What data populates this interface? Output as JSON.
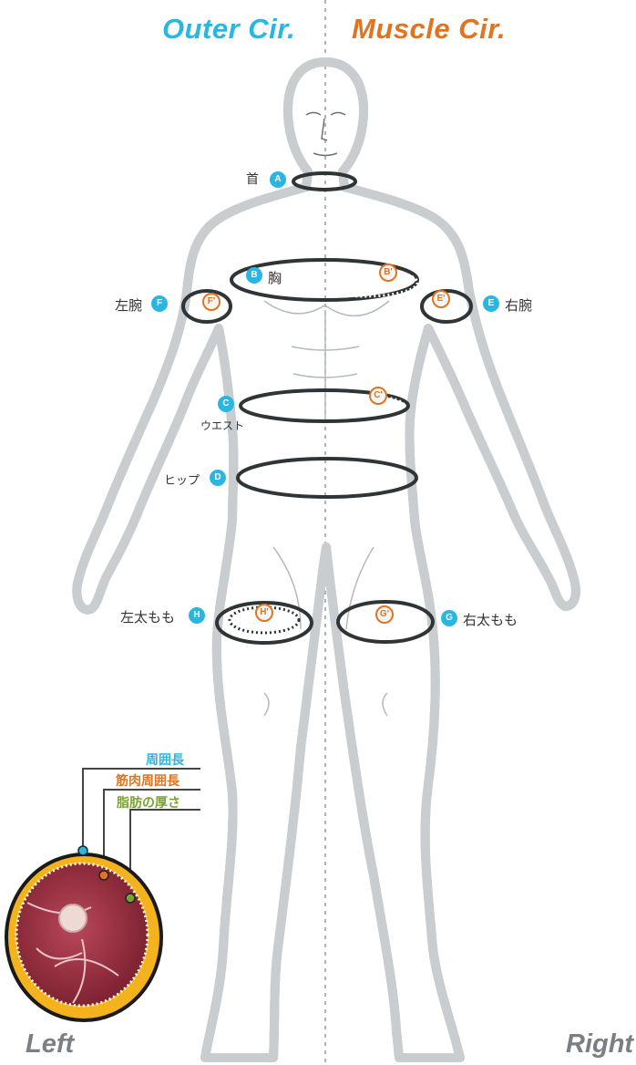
{
  "colors": {
    "cyan": "#29b7e2",
    "orange": "#e07421",
    "green": "#7aa233",
    "gray_label": "#7a7f83"
  },
  "header": {
    "outer": "Outer Cir.",
    "muscle": "Muscle Cir."
  },
  "corners": {
    "left": "Left",
    "right": "Right"
  },
  "points": {
    "neck": {
      "badge": "A",
      "label": "首"
    },
    "chest": {
      "badge": "B",
      "label": "胸",
      "muscle_badge": "B'"
    },
    "waist": {
      "badge": "C",
      "label": "ウエスト",
      "muscle_badge": "C'"
    },
    "hip": {
      "badge": "D",
      "label": "ヒップ"
    },
    "right_arm": {
      "badge": "E",
      "label": "右腕",
      "muscle_badge": "E'"
    },
    "left_arm": {
      "badge": "F",
      "label": "左腕",
      "muscle_badge": "F'"
    },
    "right_thigh": {
      "badge": "G",
      "label": "右太もも",
      "muscle_badge": "G'"
    },
    "left_thigh": {
      "badge": "H",
      "label": "左太もも",
      "muscle_badge": "H'"
    }
  },
  "legend": {
    "circumference": "周囲長",
    "muscle_circumference": "筋肉周囲長",
    "fat_thickness": "脂肪の厚さ"
  }
}
